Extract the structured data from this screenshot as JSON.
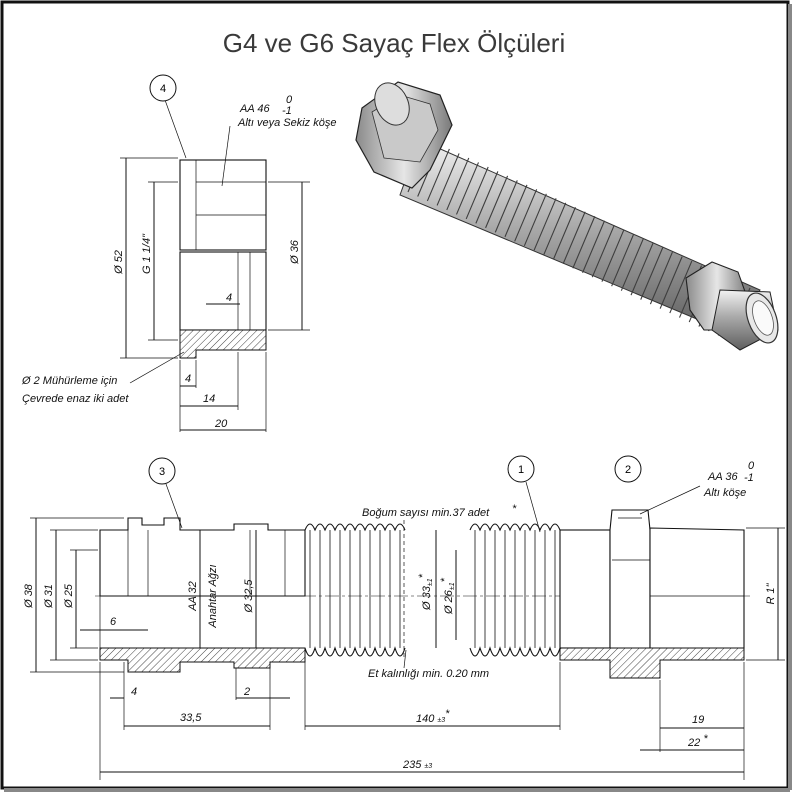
{
  "title": "G4 ve G6 Sayaç Flex Ölçüleri",
  "balloons": [
    "1",
    "2",
    "3",
    "4"
  ],
  "detail_view": {
    "nut_spec": "AA 46",
    "nut_tol_upper": "0",
    "nut_tol_lower": "-1",
    "nut_note": "Altı veya Sekiz köşe",
    "dia_52": "Ø 52",
    "thread": "G 1 1/4\"",
    "dia_36": "Ø 36",
    "dim_4a": "4",
    "seal_note_1": "Ø  2 Mühürleme için",
    "seal_note_2": "Çevrede enaz iki adet",
    "dim_4b": "4",
    "dim_14": "14",
    "dim_20": "20"
  },
  "main_view": {
    "convolution_note": "Boğum sayısı  min.37 adet",
    "convolution_star": "*",
    "wall_note": "Et kalınlığı min. 0.20 mm",
    "nut2_spec": "AA 36",
    "nut2_tol_upper": "0",
    "nut2_tol_lower": "-1",
    "nut2_note": "Altı köşe",
    "dia_38": "Ø 38",
    "dia_31": "Ø 31",
    "dia_25": "Ø 25",
    "aa_32": "AA 32",
    "wrench": "Anahtar Ağzı",
    "dia_325": "Ø 32,5",
    "dia_33": "Ø 33",
    "tol_33": "±1",
    "dia_26": "Ø 26",
    "tol_26": "±1",
    "star": "*",
    "r1": "R 1\"",
    "dim_6": "6",
    "dim_4": "4",
    "dim_2": "2",
    "dim_335": "33,5",
    "dim_140": "140",
    "tol_140": "±3",
    "dim_19": "19",
    "dim_22": "22",
    "dim_235": "235",
    "tol_235": "±3"
  }
}
